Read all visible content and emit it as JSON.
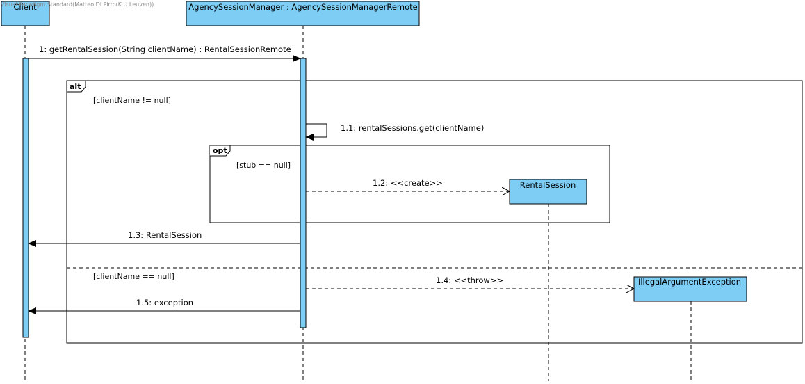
{
  "watermark": "Visual Paradigm Standard(Matteo Di Pirro(K.U.Leuven))",
  "colors": {
    "lifeline_fill": "#7ecdf5",
    "line": "#000000"
  },
  "lifelines": {
    "client": "Client",
    "manager": "AgencySessionManager : AgencySessionManagerRemote",
    "rental": "RentalSession",
    "exception": "IllegalArgumentException"
  },
  "messages": {
    "m1": "1: getRentalSession(String clientName) : RentalSessionRemote",
    "m1_1": "1.1: rentalSessions.get(clientName)",
    "m1_2": "1.2: <<create>>",
    "m1_3": "1.3: RentalSession",
    "m1_4": "1.4: <<throw>>",
    "m1_5": "1.5: exception"
  },
  "fragments": {
    "alt": {
      "keyword": "alt",
      "guard1": "[clientName != null]",
      "guard2": "[clientName == null]"
    },
    "opt": {
      "keyword": "opt",
      "guard": "[stub == null]"
    }
  }
}
